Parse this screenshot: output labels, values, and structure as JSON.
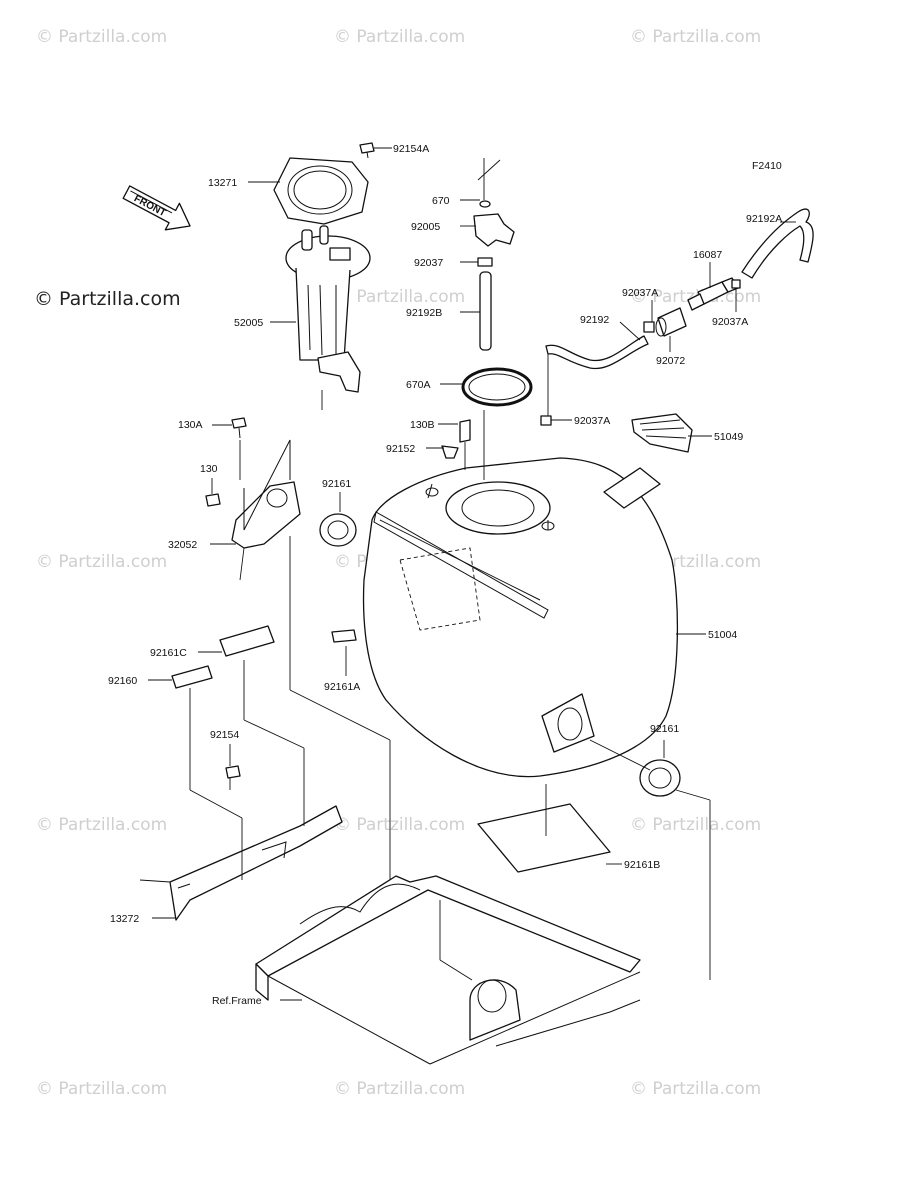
{
  "watermarks": [
    {
      "text": "© Partzilla.com"
    },
    {
      "text": "© Partzilla.com"
    },
    {
      "text": "© Partzilla.com"
    },
    {
      "text": "© Partzilla.com"
    },
    {
      "text": "© Partzilla.com"
    },
    {
      "text": "© Partzilla.com"
    },
    {
      "text": "© Partzilla.com"
    },
    {
      "text": "© Partzilla.com"
    },
    {
      "text": "© Partzilla.com"
    },
    {
      "text": "© Partzilla.com"
    },
    {
      "text": "© Partzilla.com"
    },
    {
      "text": "© Partzilla.com"
    },
    {
      "text": "© Partzilla.com"
    },
    {
      "text": "© Partzilla.com"
    }
  ],
  "brand_mark": "© Partzilla.com",
  "figure_code": "F2410",
  "front_arrow": "FRONT",
  "labels": {
    "p92154A": "92154A",
    "p13271": "13271",
    "p670": "670",
    "p92005": "92005",
    "p92037_top": "92037",
    "p92192B": "92192B",
    "p52005": "52005",
    "p670A": "670A",
    "p92192A": "92192A",
    "p16087": "16087",
    "p92037A_1": "92037A",
    "p92037A_2": "92037A",
    "p92192": "92192",
    "p92072": "92072",
    "p92037A_3": "92037A",
    "p51049": "51049",
    "p130A": "130A",
    "p130B": "130B",
    "p92152": "92152",
    "p130": "130",
    "p92161_left": "92161",
    "p32052": "32052",
    "p51004": "51004",
    "p92161C": "92161C",
    "p92160": "92160",
    "p92161A": "92161A",
    "p92161_right": "92161",
    "p92154": "92154",
    "p92161B": "92161B",
    "p13272": "13272",
    "pRefFrame": "Ref.Frame"
  },
  "colors": {
    "line": "#111111",
    "watermark": "#cfcfcf",
    "background": "#ffffff"
  }
}
